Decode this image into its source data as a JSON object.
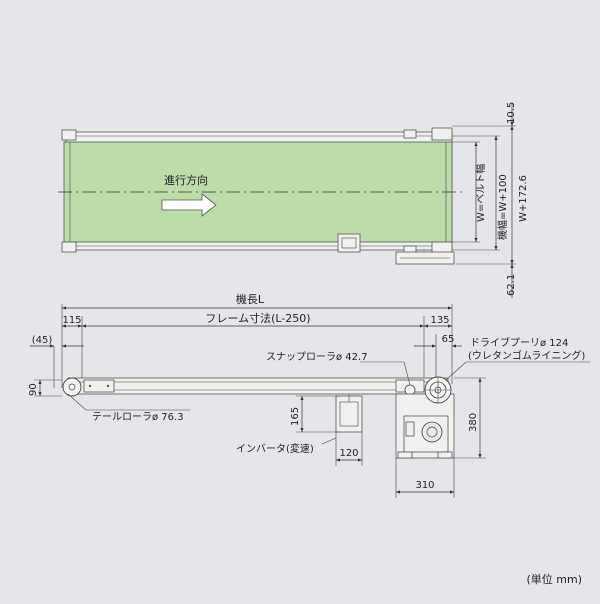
{
  "top_view": {
    "direction_label": "進行方向",
    "dim_top_margin": "10.5",
    "dim_belt_width": "W=ベルト幅",
    "dim_machine_width": "機幅=W+100",
    "dim_overall_width": "W+172.6",
    "dim_bottom_margin": "62.1"
  },
  "side_view": {
    "overall_length": "機長L",
    "frame_length": "フレーム寸法(L-250)",
    "left_offset": "115",
    "left_outer": "(45)",
    "right_offset": "135",
    "right_small": "65",
    "snap_roller": "スナップローラ​ø 42.7",
    "drive_pulley": "ドライブプーリø 124",
    "drive_pulley_note": "(ウレタンゴムライニング)",
    "tail_roller": "テールローラø 76.3",
    "inverter": "インバータ(変速)",
    "height_90": "90",
    "height_165": "165",
    "width_120": "120",
    "height_380": "380",
    "width_310": "310"
  },
  "units": "(単位 mm)"
}
